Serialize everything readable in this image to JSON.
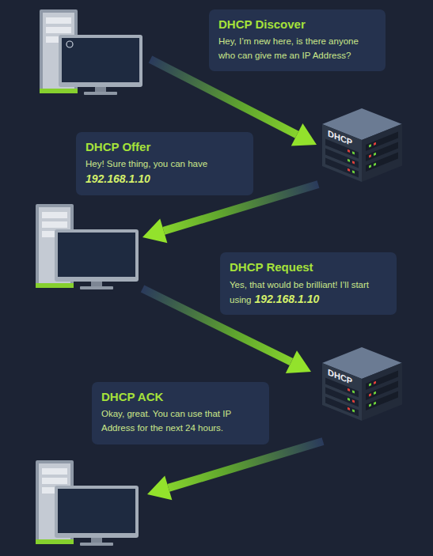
{
  "diagram": {
    "nodes": [
      {
        "text": [
          "DHCP Discover",
          "Hey, I’m new here, is there anyone who can give me an IP Address?"
        ]
      },
      {
        "text": [
          "DHCP"
        ]
      },
      {
        "text": [
          "DHCP Offer",
          "Hey! Sure thing, you can have",
          "192.168.1.10"
        ]
      },
      {
        "text": [
          "DHCP Request",
          "Yes, that would be brilliant! I’ll start using",
          "192.168.1.10"
        ]
      },
      {
        "text": [
          "DHCP"
        ]
      },
      {
        "text": [
          "DHCP ACK",
          "Okay, great. You can use that IP Address for the next 24 hours."
        ]
      }
    ]
  }
}
